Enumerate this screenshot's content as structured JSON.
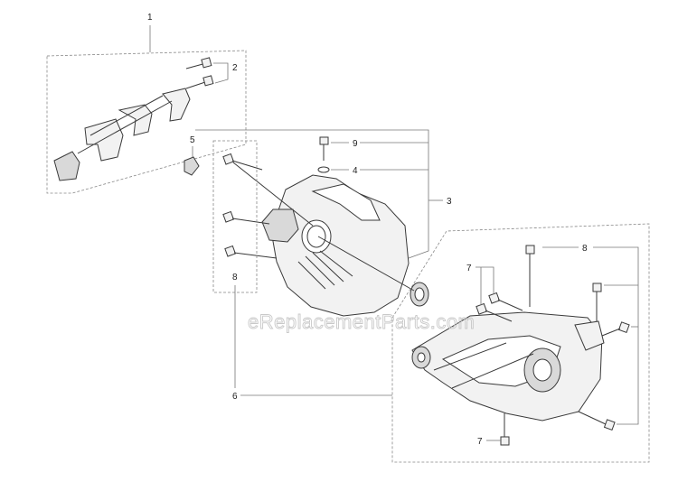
{
  "callouts": {
    "c1": "1",
    "c2": "2",
    "c3": "3",
    "c4": "4",
    "c5": "5",
    "c6": "6",
    "c7a": "7",
    "c7b": "7",
    "c8a": "8",
    "c8b": "8",
    "c9": "9"
  },
  "watermark": "eReplacementParts.com"
}
